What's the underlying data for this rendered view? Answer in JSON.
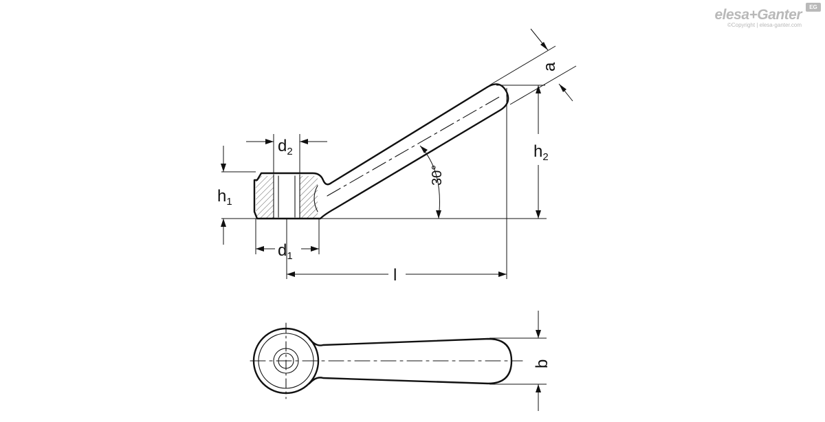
{
  "brand": {
    "name": "elesa+Ganter",
    "copyright": "©Copyright | elesa-ganter.com",
    "logo": "EG"
  },
  "labels": {
    "a": "a",
    "h2_base": "h",
    "h2_sub": "2",
    "d2_base": "d",
    "d2_sub": "2",
    "h1_base": "h",
    "h1_sub": "1",
    "d1_base": "d",
    "d1_sub": "1",
    "l": "l",
    "angle": "30°",
    "b": "b"
  },
  "colors": {
    "line": "#111111",
    "watermark": "#b9b9b9"
  }
}
